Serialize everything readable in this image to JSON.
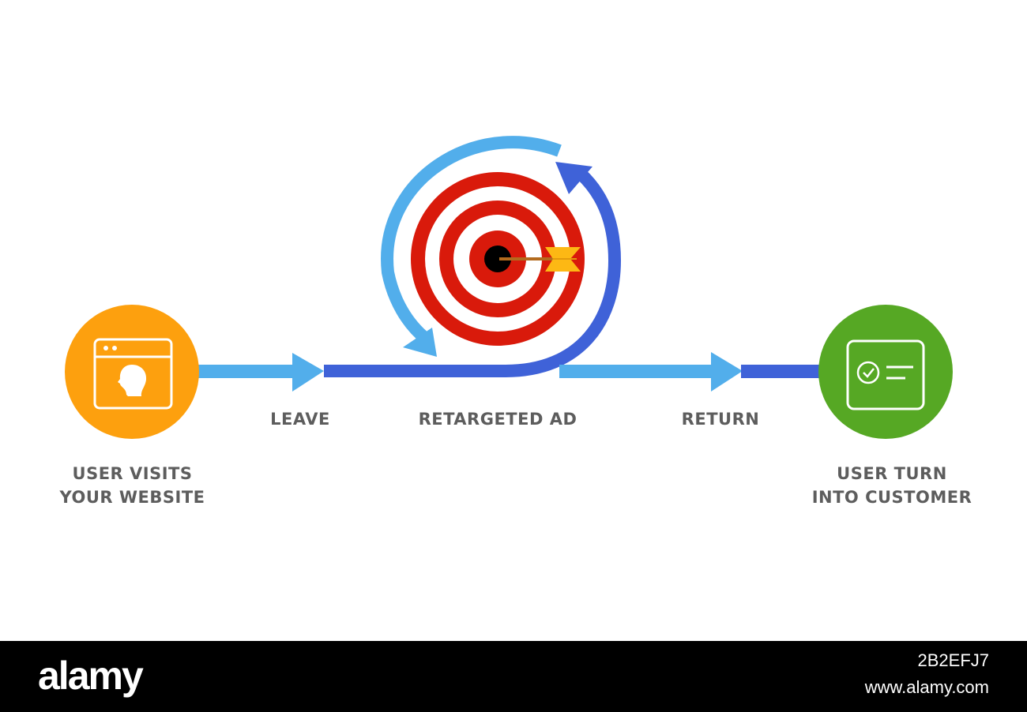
{
  "steps": {
    "leave": "LEAVE",
    "retargeted_ad": "RETARGETED AD",
    "return": "RETURN"
  },
  "start_node": {
    "line1": "USER VISITS",
    "line2": "YOUR WEBSITE",
    "icon": "browser-user-icon",
    "color": "#FDA00E"
  },
  "end_node": {
    "line1": "USER TURN",
    "line2": "INTO CUSTOMER",
    "icon": "checkmark-card-icon",
    "color": "#56A824"
  },
  "center": {
    "icon": "target-dart-icon",
    "ring_color": "#D91A0B"
  },
  "colors": {
    "light_arrow": "#52AEEB",
    "dark_arrow": "#3F62D8"
  },
  "footer": {
    "brand": "alamy",
    "image_id": "2B2EFJ7",
    "url": "www.alamy.com"
  }
}
